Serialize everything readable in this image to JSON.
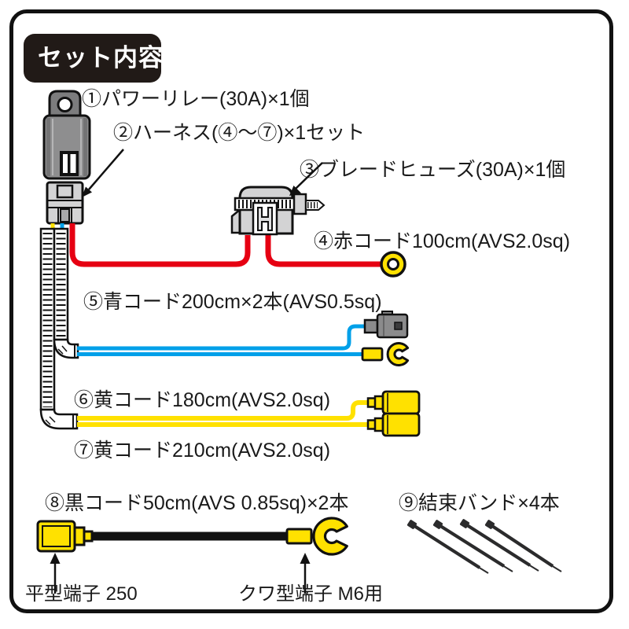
{
  "header": {
    "badge_label": "セット内容"
  },
  "items": {
    "relay": "①パワーリレー(30A)×1個",
    "harness": "②ハーネス(④〜⑦)×1セット",
    "fuse": "③ブレードヒューズ(30A)×1個",
    "red_cord": "④赤コード100cm(AVS2.0sq)",
    "blue_cord": "⑤青コード200cm×2本(AVS0.5sq)",
    "yellow_cord_180": "⑥黄コード180cm(AVS2.0sq)",
    "yellow_cord_210": "⑦黄コード210cm(AVS2.0sq)",
    "black_cord": "⑧黒コード50cm(AVS 0.85sq)×2本",
    "cable_ties": "⑨結束バンド×4本"
  },
  "terminal_labels": {
    "flat": "平型端子 250",
    "fork": "クワ型端子 M6用"
  },
  "colors": {
    "wire_red": "#e60012",
    "wire_blue": "#00a0e9",
    "wire_yellow": "#ffe100",
    "terminal_yellow": "#ffe100",
    "relay_gray": "#8e8e8f",
    "connector_light_gray": "#d3d3d4",
    "badge_background": "#211a17",
    "outline_black": "#111111",
    "background": "#ffffff"
  },
  "illustrations": [
    "power-relay",
    "harness-connector",
    "corrugated-tube",
    "blade-fuse-holder",
    "ring-terminal",
    "bullet-connector",
    "fork-terminal",
    "spade-connector",
    "flat-terminal",
    "cable-tie"
  ]
}
